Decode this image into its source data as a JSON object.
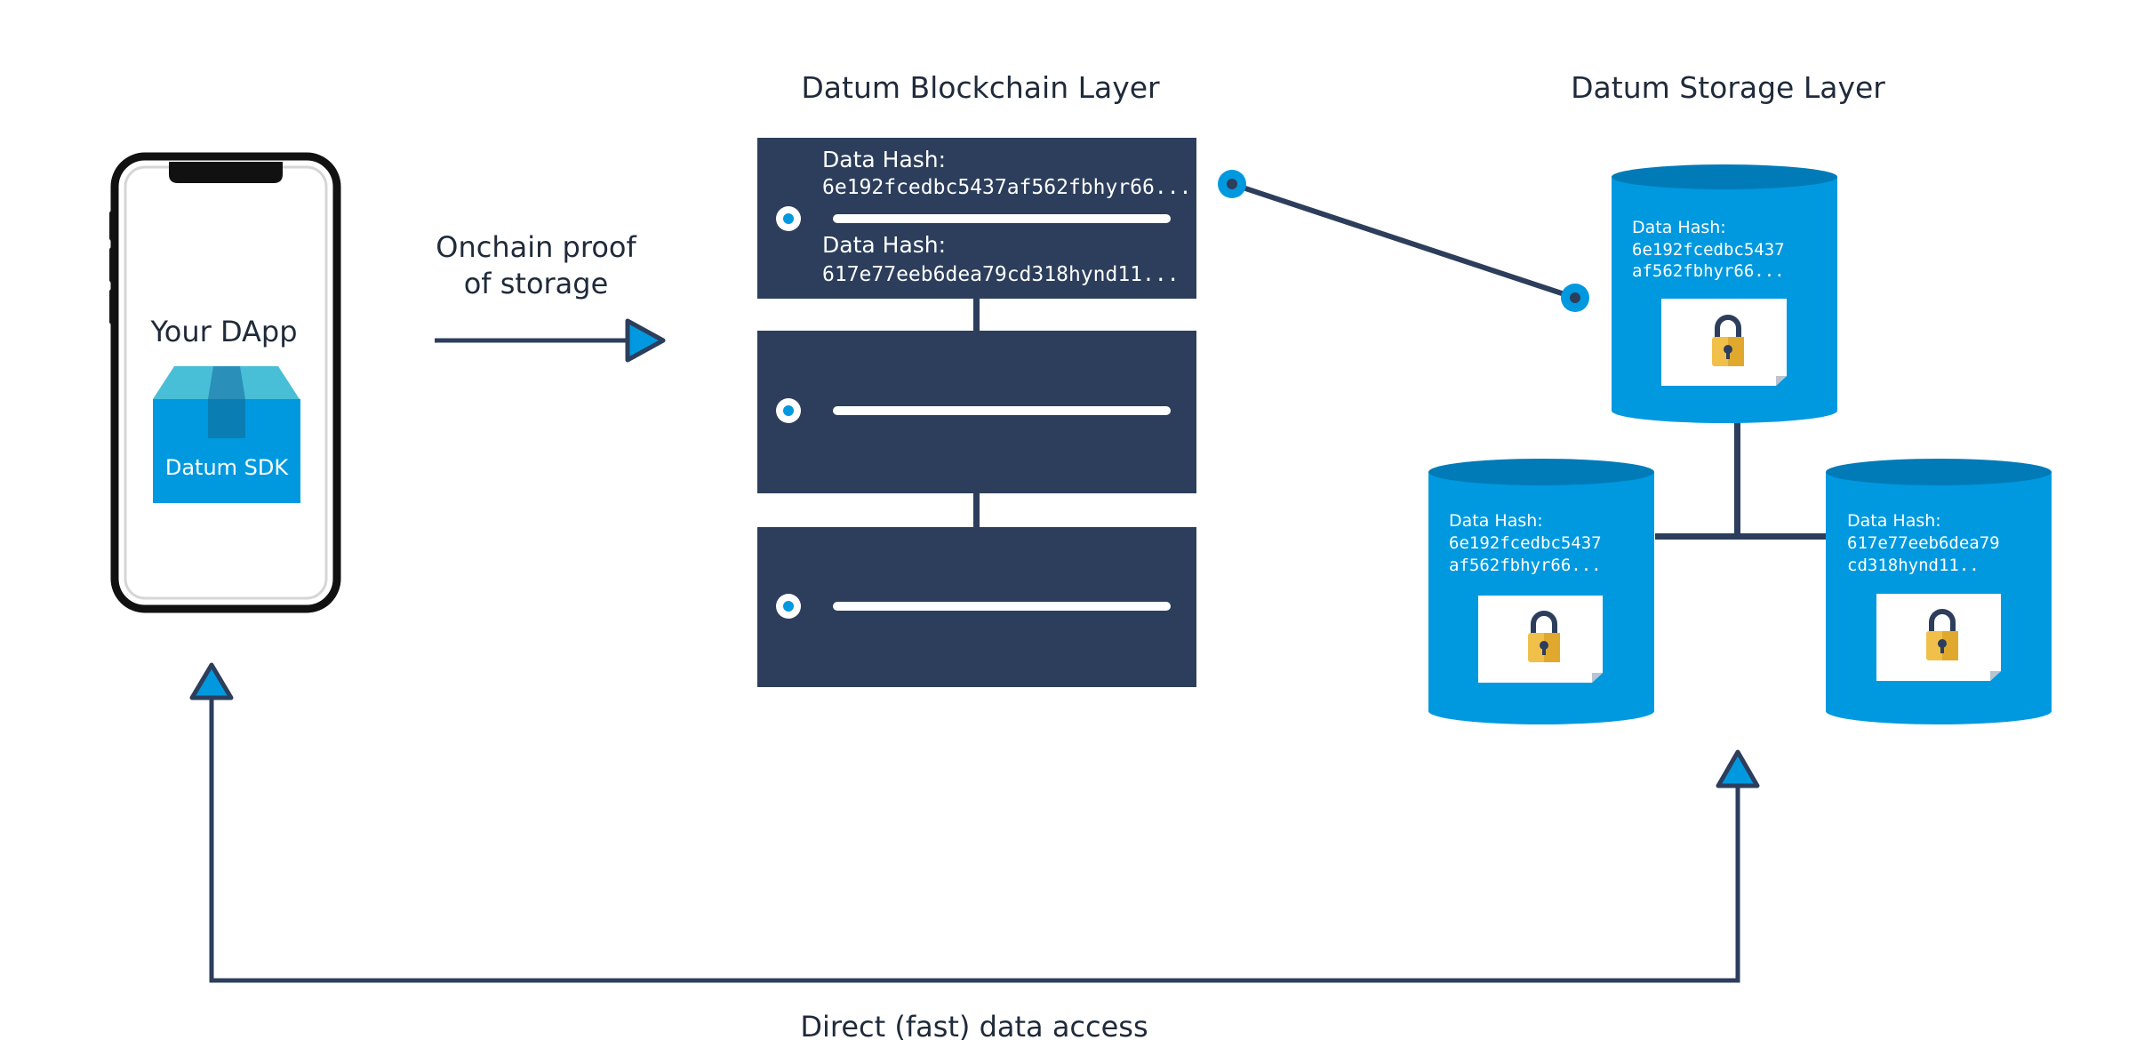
{
  "colors": {
    "navy": "#2c3e5c",
    "blue": "#0099e0",
    "blue_dark": "#007bb8",
    "teal": "#48bfd6",
    "lock_gold": "#f0c04a"
  },
  "dapp": {
    "title": "Your DApp",
    "sdk_label": "Datum SDK"
  },
  "proof_label": {
    "line1": "Onchain proof",
    "line2": "of storage"
  },
  "blockchain": {
    "title": "Datum Blockchain Layer",
    "block1": {
      "hash1_label": "Data Hash:",
      "hash1_value": "6e192fcedbc5437af562fbhyr66...",
      "hash2_label": "Data Hash:",
      "hash2_value": "617e77eeb6dea79cd318hynd11..."
    }
  },
  "storage": {
    "title": "Datum Storage Layer",
    "nodes": [
      {
        "label": "Data Hash:",
        "line1": "6e192fcedbc5437",
        "line2": "af562fbhyr66..."
      },
      {
        "label": "Data Hash:",
        "line1": "6e192fcedbc5437",
        "line2": "af562fbhyr66..."
      },
      {
        "label": "Data Hash:",
        "line1": "617e77eeb6dea79",
        "line2": "cd318hynd11.."
      }
    ]
  },
  "access_label": "Direct (fast) data access"
}
